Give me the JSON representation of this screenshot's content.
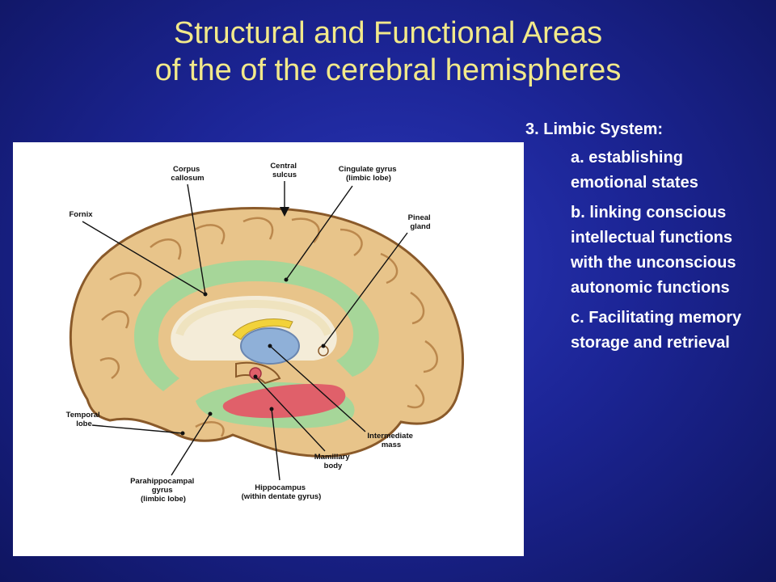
{
  "slide": {
    "title_line1": "Structural and Functional Areas",
    "title_line2": "of the of the cerebral hemispheres"
  },
  "limbic": {
    "heading": "3.  Limbic System:",
    "items": [
      "a.  establishing emotional states",
      "b.  linking conscious intellectual functions with the unconscious autonomic functions",
      "c.  Facilitating memory storage and retrieval"
    ]
  },
  "figure": {
    "labels": {
      "corpus_callosum": [
        "Corpus",
        "callosum"
      ],
      "central_sulcus": [
        "Central",
        "sulcus"
      ],
      "cingulate_gyrus": [
        "Cingulate gyrus",
        "(limbic lobe)"
      ],
      "pineal_gland": [
        "Pineal",
        "gland"
      ],
      "fornix": [
        "Fornix"
      ],
      "temporal_lobe": [
        "Temporal",
        "lobe"
      ],
      "intermediate_mass": [
        "Intermediate",
        "mass"
      ],
      "mamillary_body": [
        "Mamillary",
        "body"
      ],
      "parahippocampal_gyrus": [
        "Parahippocampal",
        "gyrus",
        "(limbic lobe)"
      ],
      "hippocampus": [
        "Hippocampus",
        "(within dentate gyrus)"
      ]
    },
    "colors": {
      "cortex": "#e8c48a",
      "cortex_outline": "#8a5a2a",
      "limbic": "#9fd89a",
      "hippocampus": "#e0606a",
      "thalamus": "#8fb0d8",
      "fornix": "#f2d23a"
    }
  }
}
